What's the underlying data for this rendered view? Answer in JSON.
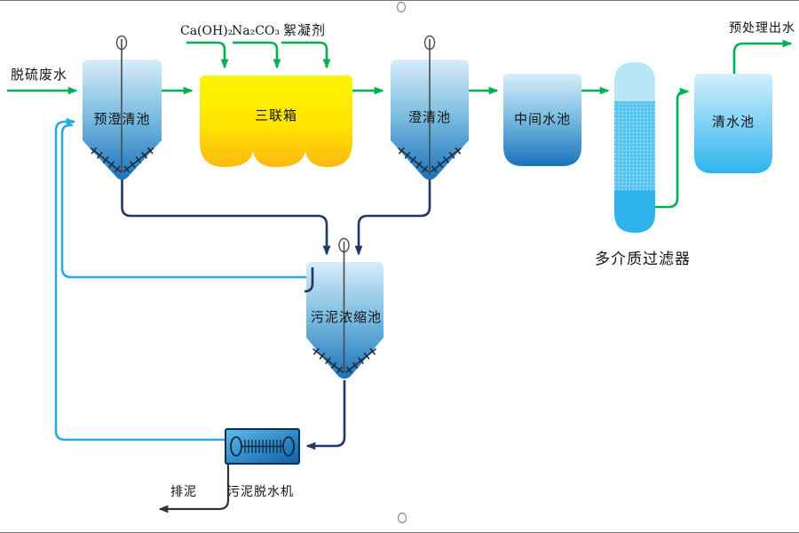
{
  "diagram": {
    "influent_label": "脱硫废水",
    "effluent_label": "预处理出水",
    "sludge_discharge_label": "排泥",
    "chemicals": [
      "Ca(OH)₂",
      "Na₂CO₃",
      "絮凝剂"
    ],
    "units": {
      "pre_clarifier": "预澄清池",
      "triple_box": "三联箱",
      "clarifier": "澄清池",
      "intermediate_tank": "中间水池",
      "multimedia_filter": "多介质过滤器",
      "clean_water_tank": "清水池",
      "sludge_thickener": "污泥浓缩池",
      "sludge_dewatering_machine": "污泥脱水机"
    },
    "colors": {
      "process_flow_green": "#00B050",
      "return_flow_cyan": "#29ABE2",
      "sludge_flow_navy": "#1F3864",
      "discharge_dark": "#333333",
      "tank_gradient_top": "#D8EDF9",
      "tank_gradient_bottom": "#1B73BB",
      "triple_box_top": "#FFF500",
      "triple_box_bottom": "#FCB813",
      "clean_tank_top": "#D0F0FC",
      "clean_tank_bottom": "#2FB4EE",
      "filter_body": "#58C5EF",
      "machine_top": "#5FBCE9",
      "machine_bottom": "#0E5EA8"
    }
  }
}
